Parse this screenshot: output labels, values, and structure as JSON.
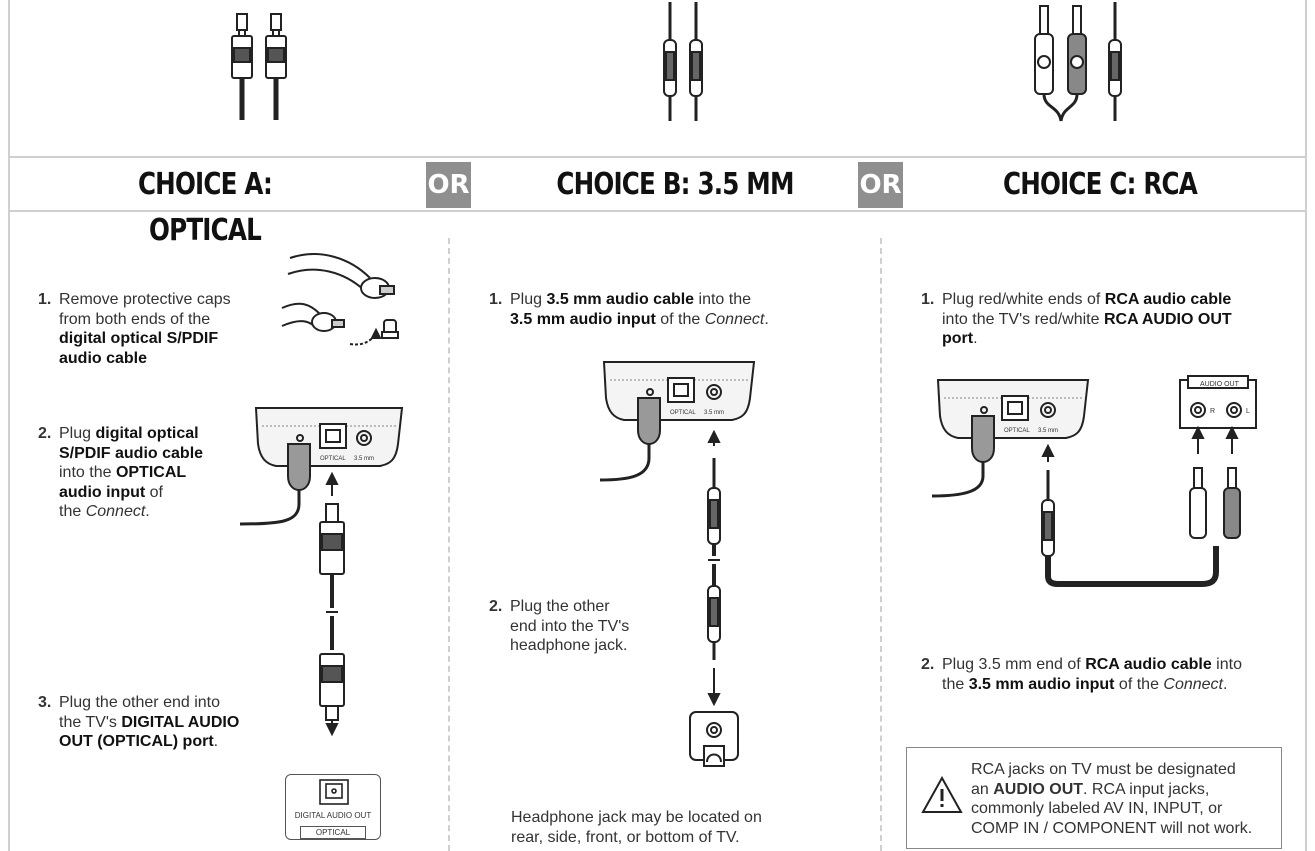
{
  "choices": [
    {
      "title": "CHOICE A: OPTICAL"
    },
    {
      "title": "CHOICE B: 3.5 MM"
    },
    {
      "title": "CHOICE C: RCA"
    }
  ],
  "or_label": "OR",
  "choice_a": {
    "step1": {
      "num": "1.",
      "t1": "Remove protective caps",
      "t2": "from both ends of the",
      "b1": "digital optical S/PDIF",
      "b2": "audio cable"
    },
    "step2": {
      "num": "2.",
      "t1": "Plug ",
      "b1": "digital optical",
      "b2": "S/PDIF audio cable",
      "t2": "into the ",
      "b3": "OPTICAL",
      "b4": "audio input",
      "t3": " of",
      "t4": "the ",
      "i1": "Connect",
      "t5": "."
    },
    "step3": {
      "num": "3.",
      "t1": "Plug the other end into",
      "t2": "the TV's ",
      "b1": "DIGITAL AUDIO",
      "b2": "OUT (OPTICAL) port",
      "t3": "."
    },
    "tv_port": {
      "label": "DIGITAL AUDIO OUT",
      "tag": "OPTICAL"
    }
  },
  "choice_b": {
    "step1": {
      "num": "1.",
      "t1": "Plug ",
      "b1": "3.5 mm audio cable",
      "t2": " into the",
      "b2": "3.5 mm audio input",
      "t3": " of the ",
      "i1": "Connect",
      "t4": "."
    },
    "step2": {
      "num": "2.",
      "t1": "Plug the other",
      "t2": "end into the TV's",
      "t3": "headphone jack."
    },
    "note": {
      "l1": "Headphone jack may be located on",
      "l2": "rear, side, front, or bottom of TV."
    }
  },
  "choice_c": {
    "step1": {
      "num": "1.",
      "t1": "Plug red/white ends of ",
      "b1": "RCA audio cable",
      "t2": "into the TV's red/white ",
      "b2": "RCA AUDIO OUT",
      "b3": "port",
      "t3": "."
    },
    "step2": {
      "num": "2.",
      "t1": "Plug 3.5 mm end of ",
      "b1": "RCA audio cable",
      "t2": " into",
      "t3": "the ",
      "b2": "3.5 mm audio input",
      "t4": " of the ",
      "i1": "Connect",
      "t5": "."
    },
    "audio_out": {
      "label": "AUDIO OUT",
      "r": "R",
      "l": "L"
    },
    "warning": {
      "l1": "RCA jacks on TV must be designated",
      "l2a": "an ",
      "l2b": "AUDIO OUT",
      "l2c": ". RCA input jacks,",
      "l3": "commonly labeled AV IN, INPUT, or",
      "l4": "COMP IN / COMPONENT will not work."
    }
  },
  "device": {
    "optical": "OPTICAL",
    "mm": "3.5 mm"
  }
}
